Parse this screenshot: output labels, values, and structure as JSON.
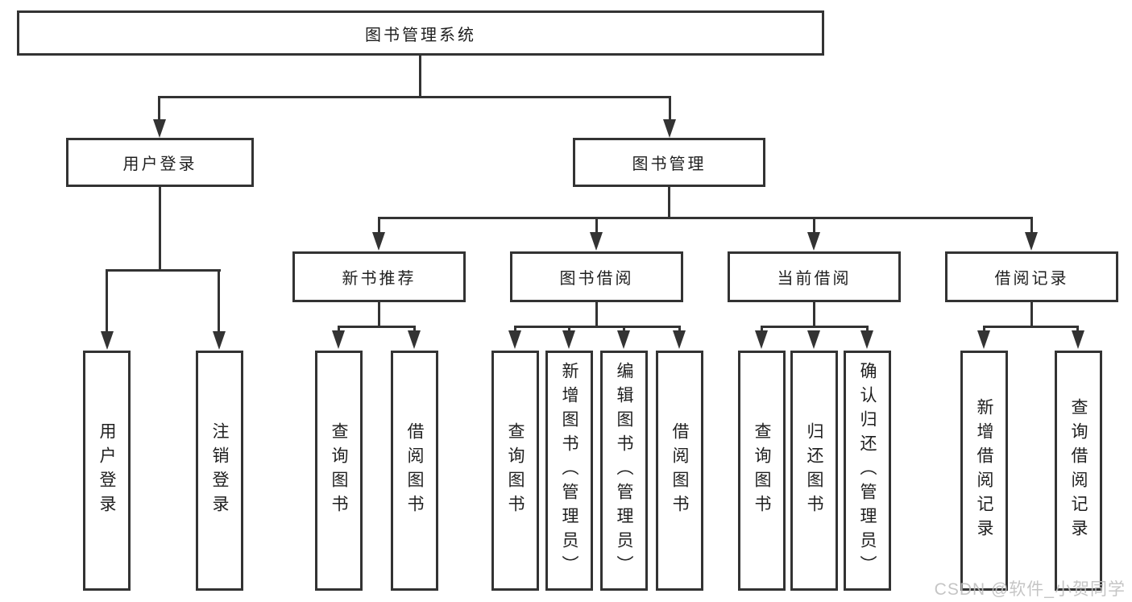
{
  "diagram": {
    "root": {
      "label": "图书管理系统"
    },
    "level2": [
      {
        "label": "用户登录"
      },
      {
        "label": "图书管理"
      }
    ],
    "level3": [
      {
        "label": "新书推荐"
      },
      {
        "label": "图书借阅"
      },
      {
        "label": "当前借阅"
      },
      {
        "label": "借阅记录"
      }
    ],
    "groups": {
      "user_login": [
        {
          "label": "用户登录"
        },
        {
          "label": "注销登录"
        }
      ],
      "new_book": [
        {
          "label": "查询图书"
        },
        {
          "label": "借阅图书"
        }
      ],
      "book_borrow": [
        {
          "label": "查询图书"
        },
        {
          "label": "新增图书（管理员）"
        },
        {
          "label": "编辑图书（管理员）"
        },
        {
          "label": "借阅图书"
        }
      ],
      "current_borrow": [
        {
          "label": "查询图书"
        },
        {
          "label": "归还图书"
        },
        {
          "label": "确认归还（管理员）"
        }
      ],
      "borrow_record": [
        {
          "label": "新增借阅记录"
        },
        {
          "label": "查询借阅记录"
        }
      ]
    }
  },
  "watermark": {
    "text": "CSDN @软件_小贺同学"
  },
  "colors": {
    "line": "#333333",
    "box_fill": "#ffffff",
    "text": "#1f1f1f",
    "watermark": "#bfbfbf"
  }
}
